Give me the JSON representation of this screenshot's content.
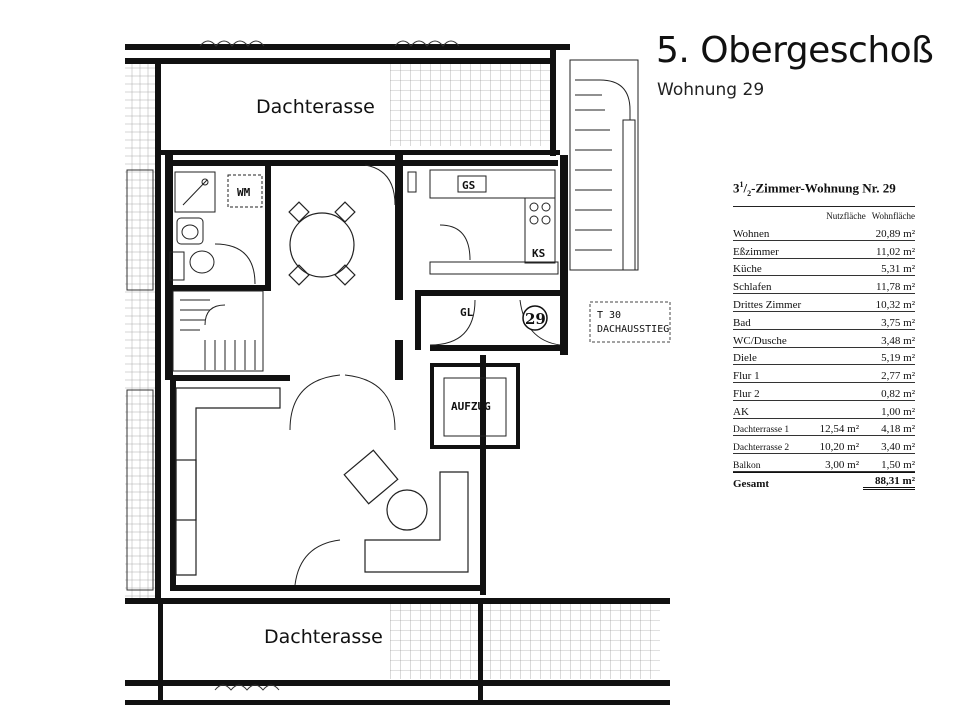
{
  "header": {
    "title": "5. Obergeschoß",
    "subtitle": "Wohnung 29"
  },
  "plan_labels": {
    "terrace_top": "Dachterasse",
    "terrace_bottom": "Dachterasse",
    "wm": "WM",
    "gs": "GS",
    "ks": "KS",
    "gl": "GL",
    "apartment_number": "29",
    "elevator": "AUFZUG",
    "exit_line1": "T 30",
    "exit_line2": "DACHAUSSTIEG"
  },
  "area_table": {
    "title_prefix": "3",
    "title_sup": "1",
    "title_slash": "/",
    "title_sub": "2",
    "title_rest": "-Zimmer-Wohnung Nr. 29",
    "col_usable": "Nutzfläche",
    "col_living": "Wohnfläche",
    "rows": [
      {
        "name": "Wohnen",
        "usable": "",
        "living": "20,89 m²"
      },
      {
        "name": "Eßzimmer",
        "usable": "",
        "living": "11,02 m²"
      },
      {
        "name": "Küche",
        "usable": "",
        "living": "5,31 m²"
      },
      {
        "name": "Schlafen",
        "usable": "",
        "living": "11,78 m²"
      },
      {
        "name": "Drittes Zimmer",
        "usable": "",
        "living": "10,32 m²"
      },
      {
        "name": "Bad",
        "usable": "",
        "living": "3,75 m²"
      },
      {
        "name": "WC/Dusche",
        "usable": "",
        "living": "3,48 m²"
      },
      {
        "name": "Diele",
        "usable": "",
        "living": "5,19 m²"
      },
      {
        "name": "Flur 1",
        "usable": "",
        "living": "2,77 m²"
      },
      {
        "name": "Flur 2",
        "usable": "",
        "living": "0,82 m²"
      },
      {
        "name": "AK",
        "usable": "",
        "living": "1,00 m²"
      },
      {
        "name": "Dachterrasse 1",
        "usable": "12,54 m²",
        "living": "4,18 m²"
      },
      {
        "name": "Dachterrasse 2",
        "usable": "10,20 m²",
        "living": "3,40 m²"
      },
      {
        "name": "Balkon",
        "usable": "3,00 m²",
        "living": "1,50 m²"
      }
    ],
    "total_label": "Gesamt",
    "total_value": "88,31 m²"
  }
}
